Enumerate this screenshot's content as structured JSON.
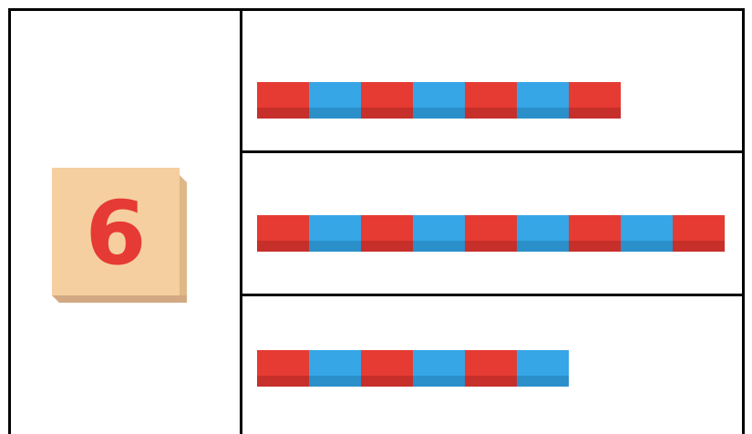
{
  "tile": {
    "number": "6"
  },
  "rows": [
    {
      "segments": [
        "red",
        "blue",
        "red",
        "blue",
        "red",
        "blue",
        "red"
      ]
    },
    {
      "segments": [
        "red",
        "blue",
        "red",
        "blue",
        "red",
        "blue",
        "red",
        "blue",
        "red"
      ]
    },
    {
      "segments": [
        "red",
        "blue",
        "red",
        "blue",
        "red",
        "blue"
      ]
    }
  ],
  "colors": {
    "red": "#e63b33",
    "blue": "#36a6e7",
    "tile": "#f5cfa0",
    "number": "#e63a35"
  }
}
